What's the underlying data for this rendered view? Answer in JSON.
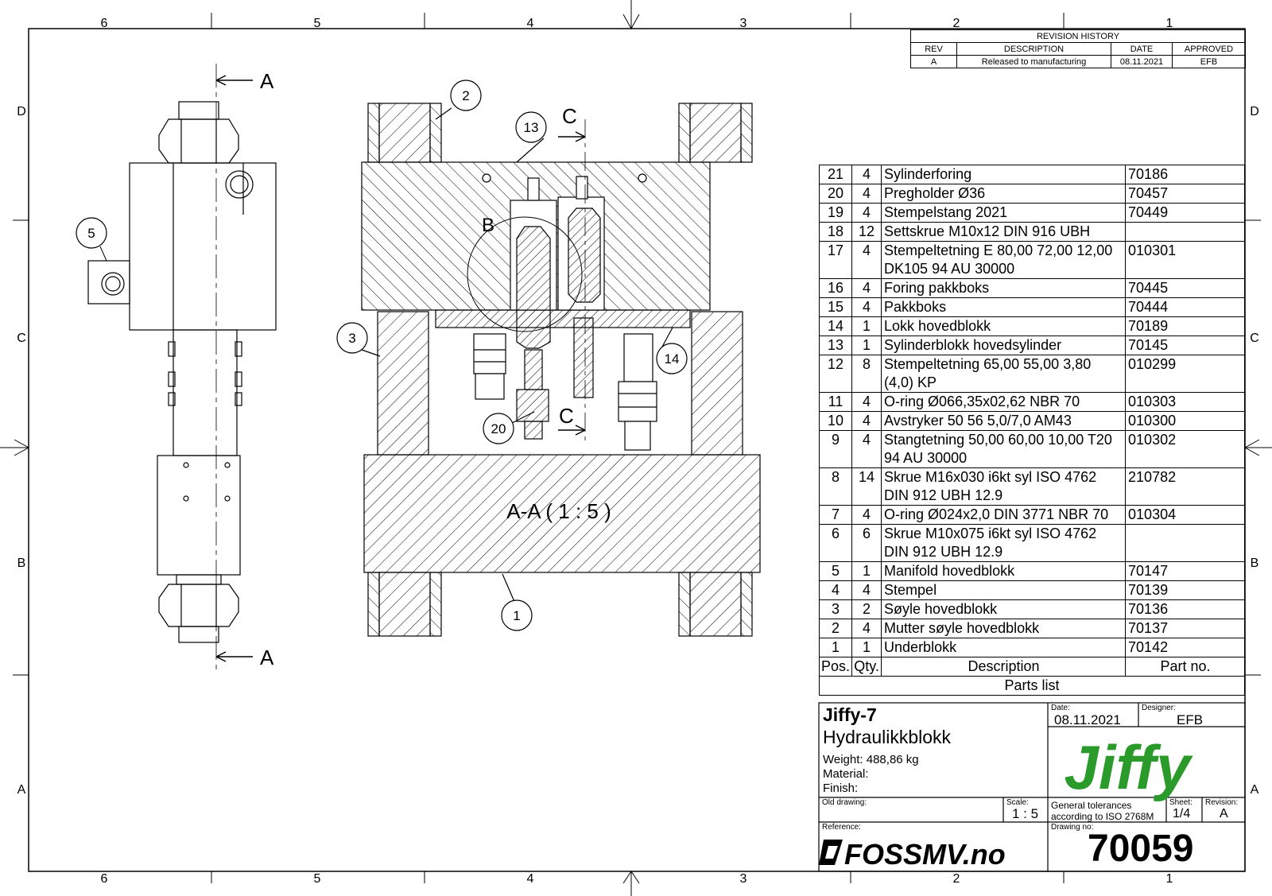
{
  "border": {
    "columns_top": [
      "6",
      "5",
      "4",
      "3",
      "2",
      "1"
    ],
    "columns_bottom": [
      "6",
      "5",
      "4",
      "3",
      "2",
      "1"
    ],
    "rows_left": [
      "D",
      "C",
      "B",
      "A"
    ],
    "rows_right": [
      "D",
      "C",
      "B",
      "A"
    ]
  },
  "revision": {
    "title": "REVISION HISTORY",
    "headers": [
      "REV",
      "DESCRIPTION",
      "DATE",
      "APPROVED"
    ],
    "row": [
      "A",
      "Released to manufacturing",
      "08.11.2021",
      "EFB"
    ]
  },
  "views": {
    "section_label_a": "A",
    "section_label_c": "C",
    "detail_label_b": "B",
    "section_title": "A-A ( 1 : 5 )",
    "balloons": [
      "5",
      "2",
      "13",
      "3",
      "14",
      "20",
      "1"
    ]
  },
  "parts_list": {
    "rows": [
      {
        "pos": "21",
        "qty": "4",
        "desc": "Sylinderforing",
        "pn": "70186"
      },
      {
        "pos": "20",
        "qty": "4",
        "desc": "Pregholder Ø36",
        "pn": "70457"
      },
      {
        "pos": "19",
        "qty": "4",
        "desc": "Stempelstang 2021",
        "pn": "70449"
      },
      {
        "pos": "18",
        "qty": "12",
        "desc": "Settskrue M10x12 DIN 916 UBH",
        "pn": ""
      },
      {
        "pos": "17",
        "qty": "4",
        "desc": "Stempeltetning E 80,00 72,00 12,00 DK105 94 AU 30000",
        "pn": "010301"
      },
      {
        "pos": "16",
        "qty": "4",
        "desc": "Foring pakkboks",
        "pn": "70445"
      },
      {
        "pos": "15",
        "qty": "4",
        "desc": "Pakkboks",
        "pn": "70444"
      },
      {
        "pos": "14",
        "qty": "1",
        "desc": "Lokk hovedblokk",
        "pn": "70189"
      },
      {
        "pos": "13",
        "qty": "1",
        "desc": "Sylinderblokk hovedsylinder",
        "pn": "70145"
      },
      {
        "pos": "12",
        "qty": "8",
        "desc": "Stempeltetning 65,00 55,00 3,80 (4,0) KP",
        "pn": "010299"
      },
      {
        "pos": "11",
        "qty": "4",
        "desc": "O-ring Ø066,35x02,62 NBR 70",
        "pn": "010303"
      },
      {
        "pos": "10",
        "qty": "4",
        "desc": "Avstryker 50 56 5,0/7,0 AM43",
        "pn": "010300"
      },
      {
        "pos": "9",
        "qty": "4",
        "desc": "Stangtetning 50,00 60,00 10,00 T20 94 AU 30000",
        "pn": "010302"
      },
      {
        "pos": "8",
        "qty": "14",
        "desc": "Skrue M16x030 i6kt syl ISO 4762 DIN 912 UBH 12.9",
        "pn": "210782"
      },
      {
        "pos": "7",
        "qty": "4",
        "desc": "O-ring Ø024x2,0 DIN 3771 NBR 70",
        "pn": "010304"
      },
      {
        "pos": "6",
        "qty": "6",
        "desc": "Skrue M10x075 i6kt syl ISO 4762 DIN 912 UBH 12.9",
        "pn": ""
      },
      {
        "pos": "5",
        "qty": "1",
        "desc": "Manifold hovedblokk",
        "pn": "70147"
      },
      {
        "pos": "4",
        "qty": "4",
        "desc": "Stempel",
        "pn": "70139"
      },
      {
        "pos": "3",
        "qty": "2",
        "desc": "Søyle hovedblokk",
        "pn": "70136"
      },
      {
        "pos": "2",
        "qty": "4",
        "desc": "Mutter søyle hovedblokk",
        "pn": "70137"
      },
      {
        "pos": "1",
        "qty": "1",
        "desc": "Underblokk",
        "pn": "70142"
      }
    ],
    "header": {
      "pos": "Pos.",
      "qty": "Qty.",
      "desc": "Description",
      "pn": "Part no."
    },
    "caption": "Parts list"
  },
  "title_block": {
    "project": "Jiffy-7",
    "name": "Hydraulikkblokk",
    "weight": "Weight: 488,86 kg",
    "material": "Material:",
    "finish": "Finish:",
    "date_label": "Date:",
    "date": "08.11.2021",
    "designer_label": "Designer:",
    "designer": "EFB",
    "old_drawing_label": "Old drawing:",
    "scale_label": "Scale:",
    "scale": "1 : 5",
    "tolerances_1": "General tolerances",
    "tolerances_2": "according to ISO 2768M",
    "sheet_label": "Sheet:",
    "sheet": "1/4",
    "revision_label": "Revision:",
    "revision": "A",
    "reference_label": "Reference:",
    "drawing_no_label": "Drawing no:",
    "drawing_no": "70059",
    "company_logo": "FOSSMV.no",
    "client_logo": "Jiffy",
    "logo_color": "#2a9a2a"
  }
}
